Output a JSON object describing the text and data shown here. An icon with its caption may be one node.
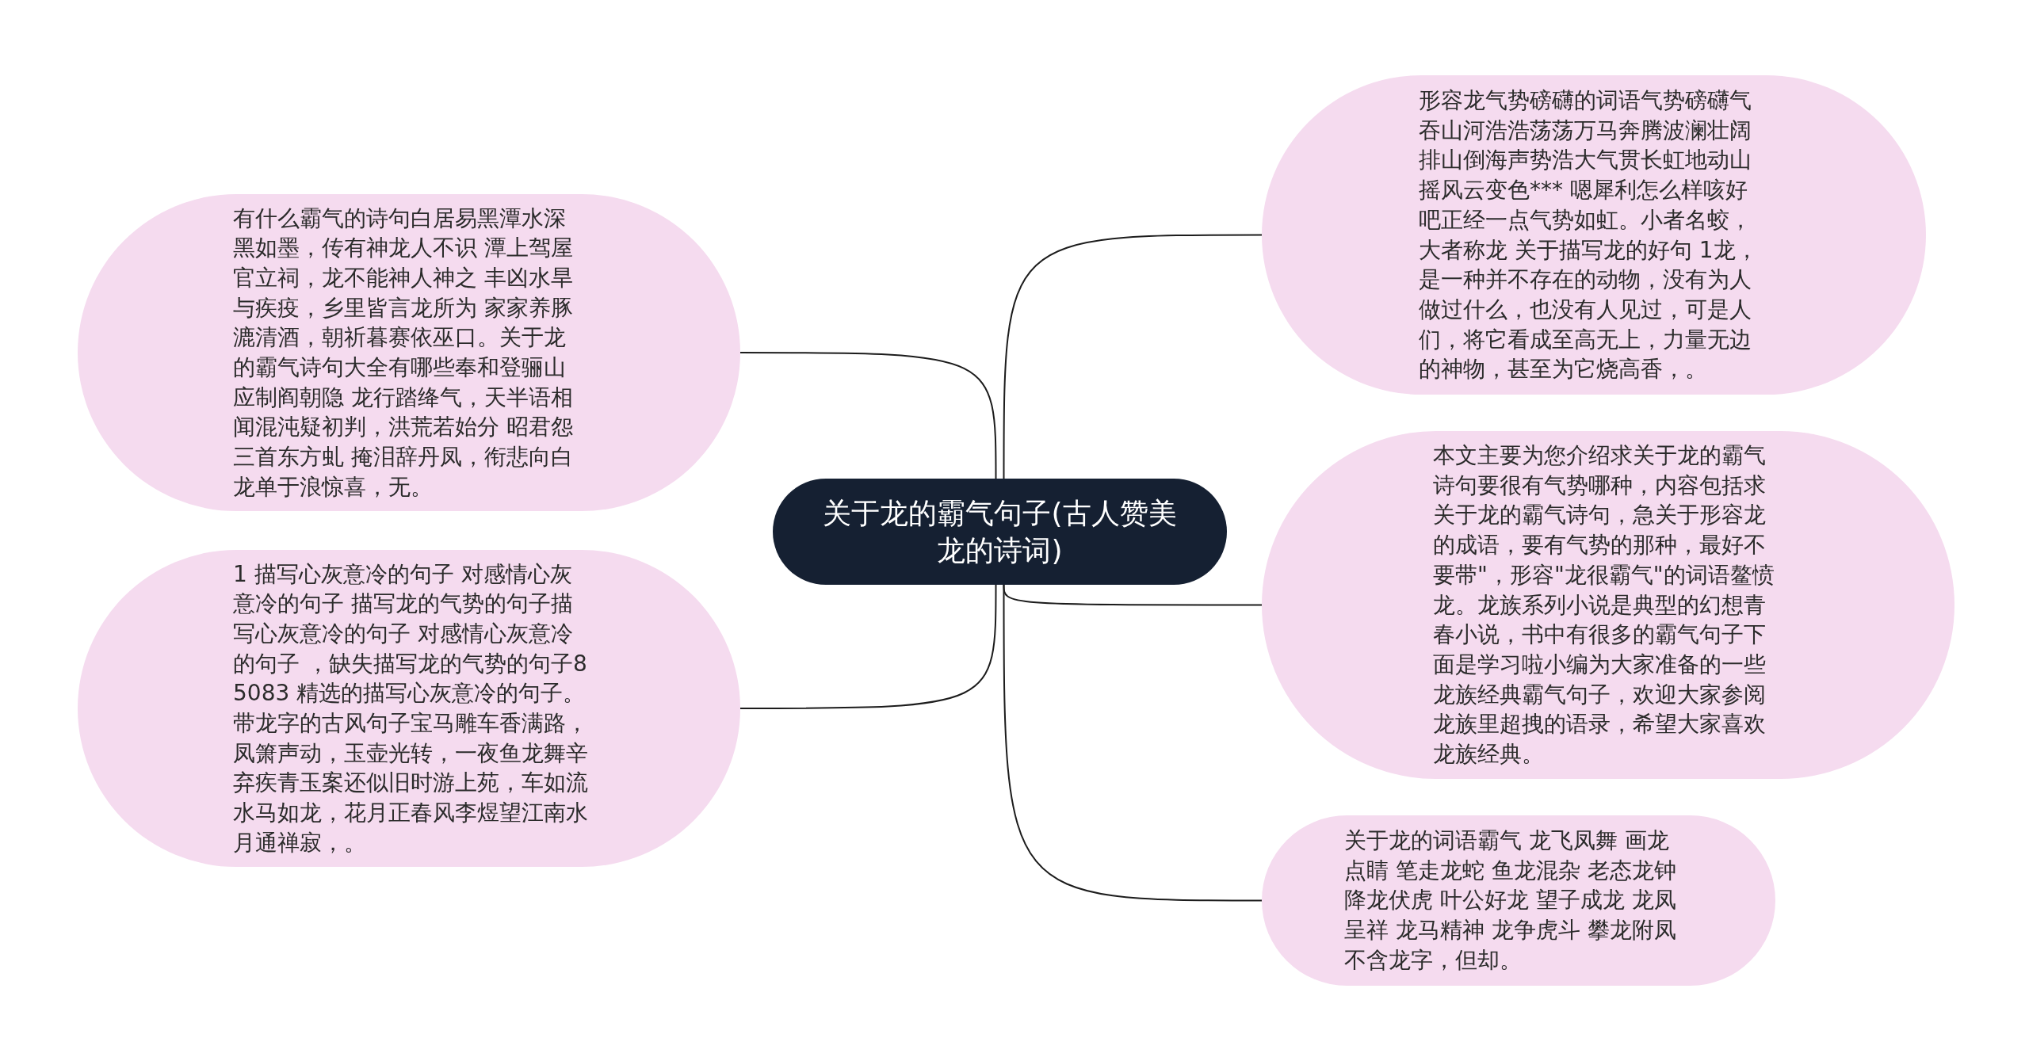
{
  "diagram": {
    "nodes": [
      {
        "text": [
          "关于龙的霸气句子(古人赞美龙的诗词)"
        ]
      },
      {
        "text": [
          "有什么霸气的诗句白居易黑潭水深黑如墨，传有神龙人不识 潭上驾屋官立祠，龙不能神人神之 丰凶水旱与疾疫，乡里皆言龙所为 家家养豚漉清酒，朝祈暮赛依巫口。关于龙的霸气诗句大全有哪些奉和登骊山应制阎朝隐 龙行踏绛气，天半语相闻混沌疑初判，洪荒若始分 昭君怨三首东方虬 掩泪辞丹凤，衔悲向白龙单于浪惊喜，无。"
        ]
      },
      {
        "text": [
          "1 描写心灰意冷的句子 对感情心灰意冷的句子 描写龙的气势的句子描写心灰意冷的句子 对感情心灰意冷的句子 ，缺失描写龙的气势的句子85083 精选的描写心灰意冷的句子。带龙字的古风句子宝马雕车香满路，凤箫声动，玉壶光转，一夜鱼龙舞辛弃疾青玉案还似旧时游上苑，车如流水马如龙，花月正春风李煜望江南水月通禅寂，。"
        ]
      },
      {
        "text": [
          "形容龙气势磅礴的词语气势磅礴气吞山河浩浩荡荡万马奔腾波澜壮阔排山倒海声势浩大气贯长虹地动山摇风云变色*** 嗯犀利怎么样咳好吧正经一点气势如虹。小者名蛟，大者称龙 关于描写龙的好句 1龙，是一种并不存在的动物，没有为人做过什么，也没有人见过，可是人们，将它看成至高无上，力量无边的神物，甚至为它烧高香，。"
        ]
      },
      {
        "text": [
          "本文主要为您介绍求关于龙的霸气诗句要很有气势哪种，内容包括求关于龙的霸气诗句，急关于形容龙的成语，要有气势的那种，最好不要带\"，形容\"龙很霸气\"的词语鳌愤龙。龙族系列小说是典型的幻想青春小说，书中有很多的霸气句子下面是学习啦小编为大家准备的一些龙族经典霸气句子，欢迎大家参阅龙族里超拽的语录，希望大家喜欢龙族经典。"
        ]
      },
      {
        "text": [
          "关于龙的词语霸气 龙飞凤舞 画龙点睛 笔走龙蛇 鱼龙混杂 老态龙钟降龙伏虎 叶公好龙 望子成龙 龙凤呈祥 龙马精神 龙争虎斗 攀龙附凤不含龙字，但却。"
        ]
      }
    ],
    "edges": [
      {
        "from": 0,
        "to": 1,
        "arrow": "none"
      },
      {
        "from": 0,
        "to": 2,
        "arrow": "none"
      },
      {
        "from": 0,
        "to": 3,
        "arrow": "none"
      },
      {
        "from": 0,
        "to": 4,
        "arrow": "none"
      },
      {
        "from": 0,
        "to": 5,
        "arrow": "none"
      }
    ]
  }
}
